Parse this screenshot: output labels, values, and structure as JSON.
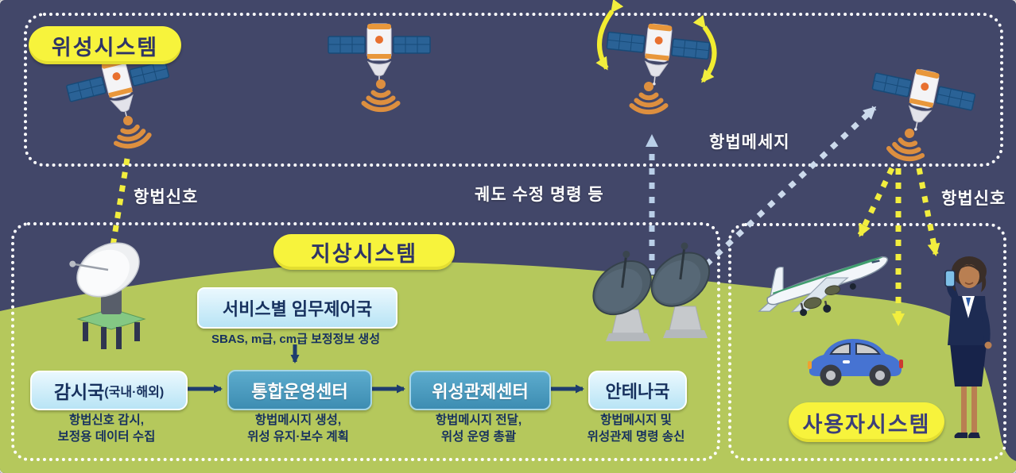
{
  "colors": {
    "sky": "#424769",
    "ground_green": "#b5c85c",
    "pill_yellow": "#f7f33c",
    "pill_text": "#2f3566",
    "light_box_bg": "#cfeefb",
    "steel_box_bg": "#4a9ec4",
    "box_text_dark": "#17315e",
    "signal_orange": "#dd8f3f",
    "arrow_yellow": "#f2ee3e",
    "arrow_lightblue": "#b9cfe8",
    "arrow_navy": "#1e3c6e",
    "border_dotted": "#ffffff"
  },
  "zones": {
    "satellite": {
      "label": "위성시스템"
    },
    "ground": {
      "label": "지상시스템"
    },
    "user": {
      "label": "사용자시스템"
    }
  },
  "annotations": {
    "nav_signal_left": "항법신호",
    "nav_message": "항법메세지",
    "orbit_command": "궤도 수정 명령 등",
    "nav_signal_right": "항법신호"
  },
  "ground": {
    "mission_control_label": "서비스별 임무제어국",
    "mission_control_note": "SBAS, m급, cm급 보정정보 생성",
    "flow": [
      {
        "label": "감시국",
        "suffix": "(국내·해외)",
        "desc1": "항법신호 감시,",
        "desc2": "보정용 데이터 수집"
      },
      {
        "label": "통합운영센터",
        "desc1": "항법메시지 생성,",
        "desc2": "위성 유지·보수 계획"
      },
      {
        "label": "위성관제센터",
        "desc1": "항법메시지 전달,",
        "desc2": "위성 운영 총괄"
      },
      {
        "label": "안테나국",
        "desc1": "항법메시지 및",
        "desc2": "위성관제 명령 송신"
      }
    ]
  }
}
